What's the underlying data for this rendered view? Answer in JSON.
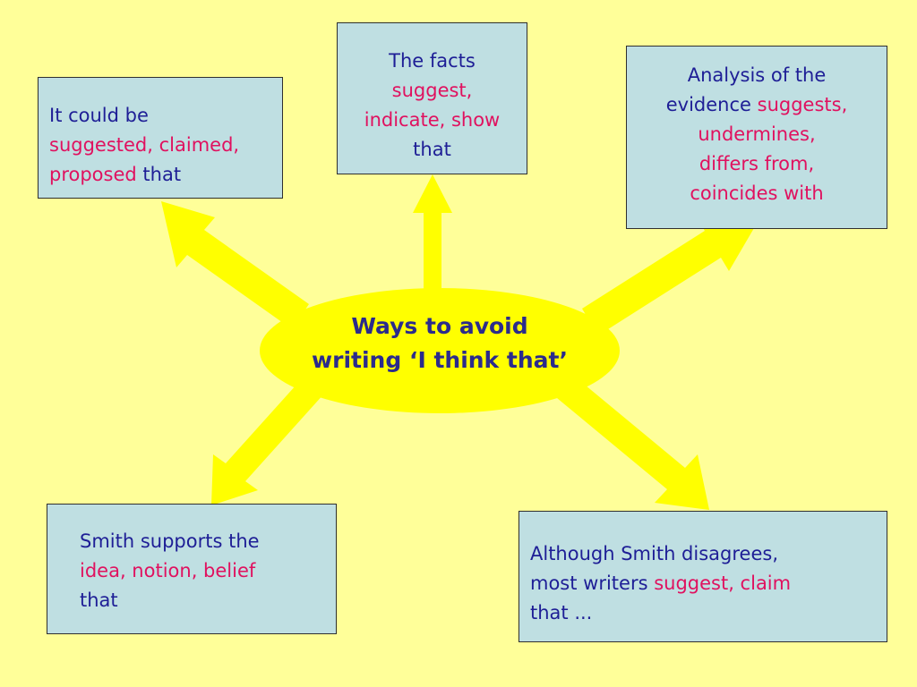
{
  "colors": {
    "background": "#FFFF99",
    "arrow": "#FFFF00",
    "box_fill": "#BFDFE2",
    "text_blue": "#1E1E96",
    "text_pink": "#E0115F",
    "hub_text": "#2B2B8C"
  },
  "hub": {
    "line1": "Ways to avoid",
    "line2": "writing ‘I think that’"
  },
  "boxes": {
    "top_left": {
      "line1": "It could be",
      "pink1": "suggested, claimed,",
      "pink2": "proposed",
      "end": " that"
    },
    "top_center": {
      "line1": "The facts",
      "pink1": "suggest,",
      "pink2": "indicate, show",
      "end": "that"
    },
    "top_right": {
      "line1": "Analysis of the",
      "line2_start": "evidence ",
      "pink1": "suggests,",
      "pink2": "undermines,",
      "pink3": "differs from,",
      "pink4": "coincides with"
    },
    "bottom_left": {
      "line1": "Smith supports the",
      "pink1": "idea, notion, belief",
      "end": "that"
    },
    "bottom_right": {
      "line1": "Although Smith  disagrees,",
      "line2_start": "most writers ",
      "pink1": "suggest, claim",
      "end": "that ..."
    }
  }
}
